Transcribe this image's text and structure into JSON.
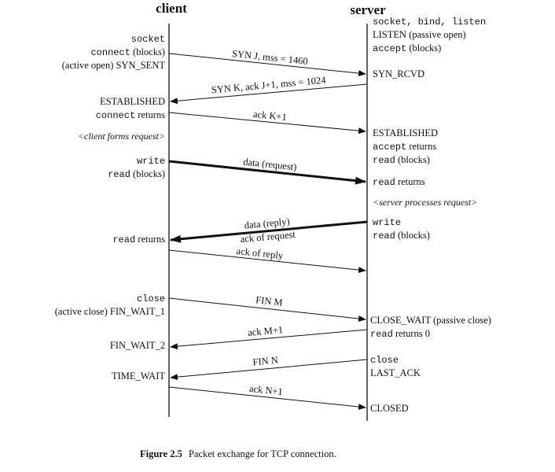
{
  "headers": {
    "client": "client",
    "server": "server"
  },
  "client_labels": {
    "socket": "socket",
    "connect_blocks_a": "connect",
    "connect_blocks_b": " (blocks)",
    "active_open": "(active open) SYN_SENT",
    "established": "ESTABLISHED",
    "connect_returns_a": "connect",
    "connect_returns_b": " returns",
    "forms_request": "<client forms request>",
    "write": "write",
    "read_blocks_a": "read",
    "read_blocks_b": " (blocks)",
    "read_returns_a": "read",
    "read_returns_b": " returns",
    "close": "close",
    "active_close": "(active close) FIN_WAIT_1",
    "fin_wait_2": "FIN_WAIT_2",
    "time_wait": "TIME_WAIT"
  },
  "server_labels": {
    "socket_bind_listen": "socket, bind, listen",
    "listen": "LISTEN (passive open)",
    "accept_blocks_a": "accept",
    "accept_blocks_b": " (blocks)",
    "syn_rcvd": "SYN_RCVD",
    "established": "ESTABLISHED",
    "accept_returns_a": "accept",
    "accept_returns_b": " returns",
    "read_blocks_a": "read",
    "read_blocks_b": " (blocks)",
    "read_returns_a": "read",
    "read_returns_b": " returns",
    "processes_request": "<server processes request>",
    "write": "write",
    "read_blocks2_a": "read",
    "read_blocks2_b": " (blocks)",
    "close_wait": "CLOSE_WAIT (passive close)",
    "read_returns0_a": "read",
    "read_returns0_b": " returns 0",
    "close": "close",
    "last_ack": "LAST_ACK",
    "closed": "CLOSED"
  },
  "messages": {
    "syn_j": "SYN J, mss = 1460",
    "syn_k": "SYN K, ack J+1, mss = 1024",
    "ack_k": "ack K+1",
    "data_request": "data (request)",
    "data_reply": "data (reply)",
    "ack_of_request": "ack of request",
    "ack_of_reply": "ack of reply",
    "fin_m": "FIN M",
    "ack_m": "ack M+1",
    "fin_n": "FIN N",
    "ack_n": "ack N+1"
  },
  "caption": {
    "figure": "Figure 2.5",
    "text": "Packet exchange for TCP connection."
  }
}
